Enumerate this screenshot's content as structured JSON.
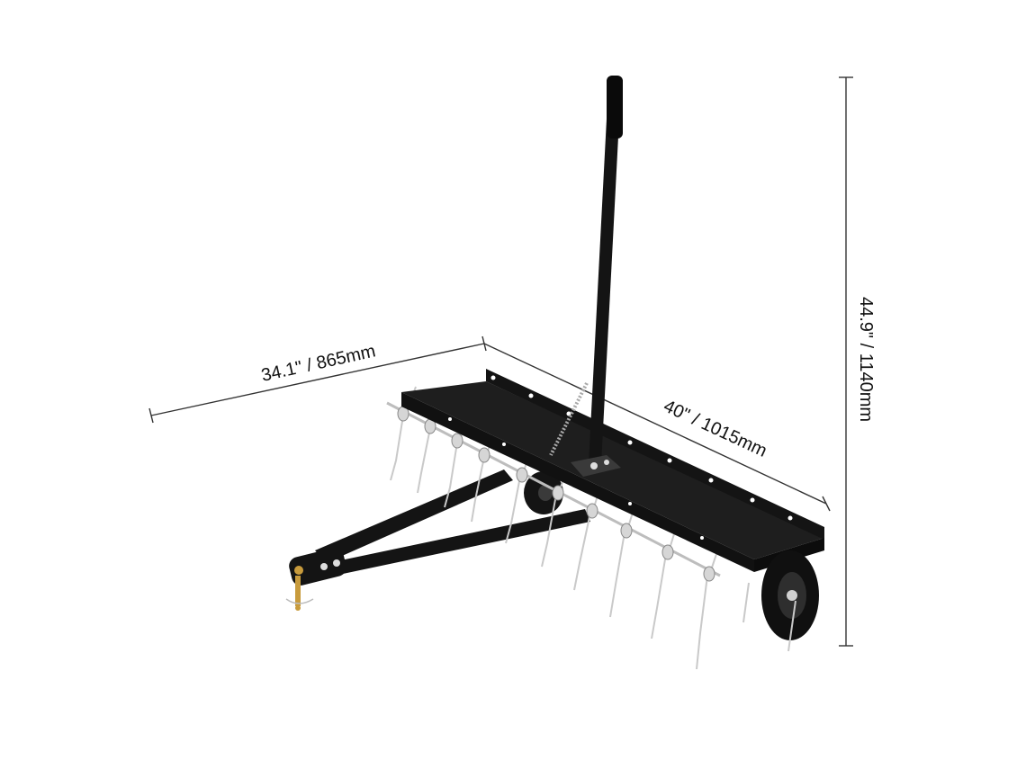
{
  "dimensions": {
    "depth": "34.1\" / 865mm",
    "width": "40\" / 1015mm",
    "height": "44.9\" / 1140mm"
  },
  "colors": {
    "background": "#ffffff",
    "steel": "#141414",
    "steel_highlight": "#3a3a3a",
    "tine": "#c9c9c9",
    "brass": "#c89b3c",
    "dimension_line": "#333333"
  },
  "icons": {
    "product": "lawn-aerator-spike-tow-behind"
  }
}
